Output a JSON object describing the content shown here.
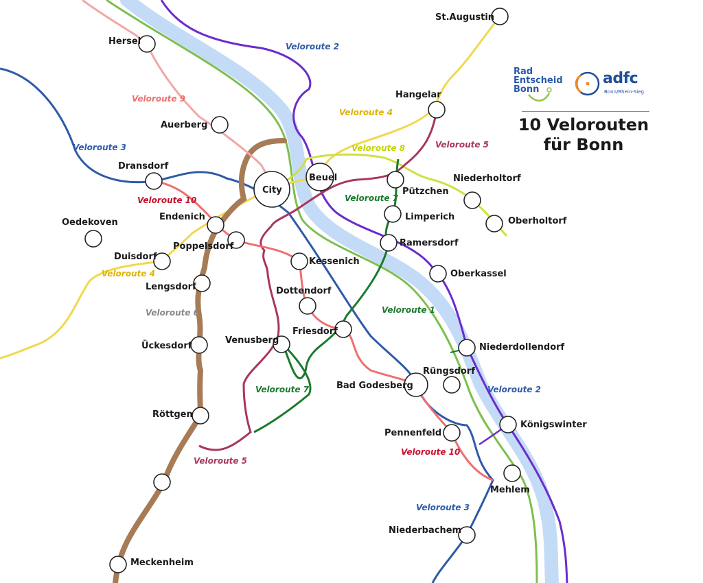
{
  "title": {
    "line1": "10 Velorouten",
    "line2": "für Bonn"
  },
  "logos": {
    "rad": {
      "line1": "Rad",
      "line2": "Entscheid",
      "line3": "Bonn",
      "color": "#2a5aa8",
      "accent": "#8dc63f"
    },
    "adfc": {
      "text": "adfc",
      "sub": "Bonn/Rhein-Sieg",
      "color": "#1f4e9a",
      "accent": "#f08a24"
    }
  },
  "colors": {
    "rhine": "#c4dbf7",
    "veloroute1": "#7dbf4e",
    "veloroute2": "#6a2ccc",
    "veloroute3": "#2e5aa8",
    "veloroute4": "#f0d94a",
    "veloroute5": "#a8365f",
    "veloroute6": "#a77b55",
    "veloroute7": "#1a7a2c",
    "veloroute8": "#cfe040",
    "veloroute9": "#f2a7a7",
    "veloroute10": "#ef6f6f"
  },
  "route_labels": [
    {
      "text": "Veloroute 2",
      "color": "#2e5aa8"
    },
    {
      "text": "Veloroute 9",
      "color": "#ef6f6f"
    },
    {
      "text": "Veloroute 3",
      "color": "#2e5aa8"
    },
    {
      "text": "Veloroute 10",
      "color": "#c8102e"
    },
    {
      "text": "Veloroute 4",
      "color": "#e0b400"
    },
    {
      "text": "Veloroute 8",
      "color": "#c5d400"
    },
    {
      "text": "Veloroute 5",
      "color": "#a8365f"
    },
    {
      "text": "Veloroute 7",
      "color": "#1a7a2c"
    },
    {
      "text": "Veloroute 4",
      "color": "#e0b400"
    },
    {
      "text": "Veloroute 6",
      "color": "#888888"
    },
    {
      "text": "Veloroute 1",
      "color": "#1a7a2c"
    },
    {
      "text": "Veloroute 7",
      "color": "#1a7a2c"
    },
    {
      "text": "Veloroute 2",
      "color": "#2e5aa8"
    },
    {
      "text": "Veloroute 5",
      "color": "#a8365f"
    },
    {
      "text": "Veloroute 10",
      "color": "#c8102e"
    },
    {
      "text": "Veloroute 3",
      "color": "#2e5aa8"
    }
  ],
  "places": [
    "St.Augustin",
    "Hersel",
    "Hangelar",
    "Auerberg",
    "Dransdorf",
    "City",
    "Beuel",
    "Niederholtorf",
    "Pützchen",
    "Oedekoven",
    "Endenich",
    "Limperich",
    "Oberholtorf",
    "Poppelsdorf",
    "Ramersdorf",
    "Duisdorf",
    "Kessenich",
    "Oberkassel",
    "Lengsdorf",
    "Dottendorf",
    "Friesdorf",
    "Venusberg",
    "Niederdollendorf",
    "Ückesdorf",
    "Rüngsdorf",
    "Bad Godesberg",
    "Röttgen",
    "Königswinter",
    "Pennenfeld",
    "Mehlem",
    "Niederbachem",
    "Meckenheim"
  ]
}
